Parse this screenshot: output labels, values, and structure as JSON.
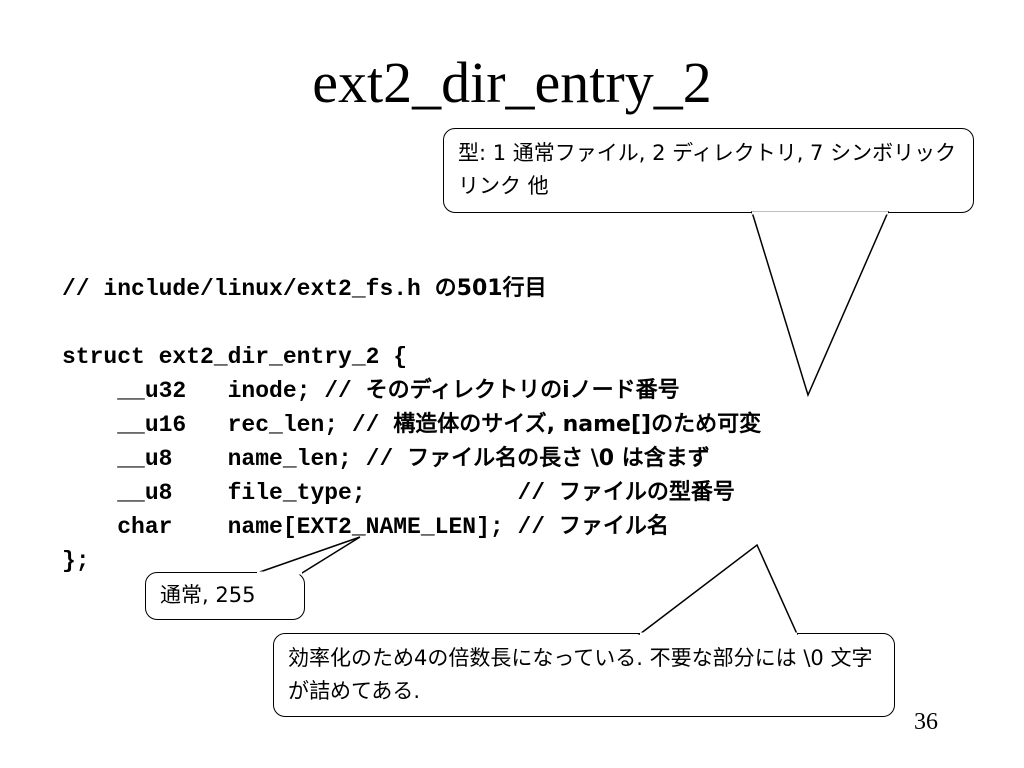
{
  "slide": {
    "title": "ext2_dir_entry_2",
    "page_number": "36"
  },
  "code": {
    "header_comment": "// include/linux/ext2_fs.h ",
    "header_comment_jp": "の501行目",
    "struct_open": "struct ext2_dir_entry_2 {",
    "fields": [
      {
        "code": "    __u32   inode; // ",
        "comment_jp": "そのディレクトリのiノード番号"
      },
      {
        "code": "    __u16   rec_len; // ",
        "comment_jp": "構造体のサイズ, name[]のため可変"
      },
      {
        "code": "    __u8    name_len; // ",
        "comment_jp": "ファイル名の長さ \\0 は含まず"
      },
      {
        "code": "    __u8    file_type;           // ",
        "comment_jp": "ファイルの型番号"
      },
      {
        "code": "    char    name[EXT2_NAME_LEN]; // ",
        "comment_jp": "ファイル名"
      }
    ],
    "struct_close": "};"
  },
  "callouts": {
    "type_note": "型: 1 通常ファイル, 2 ディレクトリ, 7 シンボリックリンク 他",
    "normal_note": "通常, 255",
    "align_note": "効率化のため4の倍数長になっている. 不要な部分には \\0 文字が詰めてある."
  }
}
